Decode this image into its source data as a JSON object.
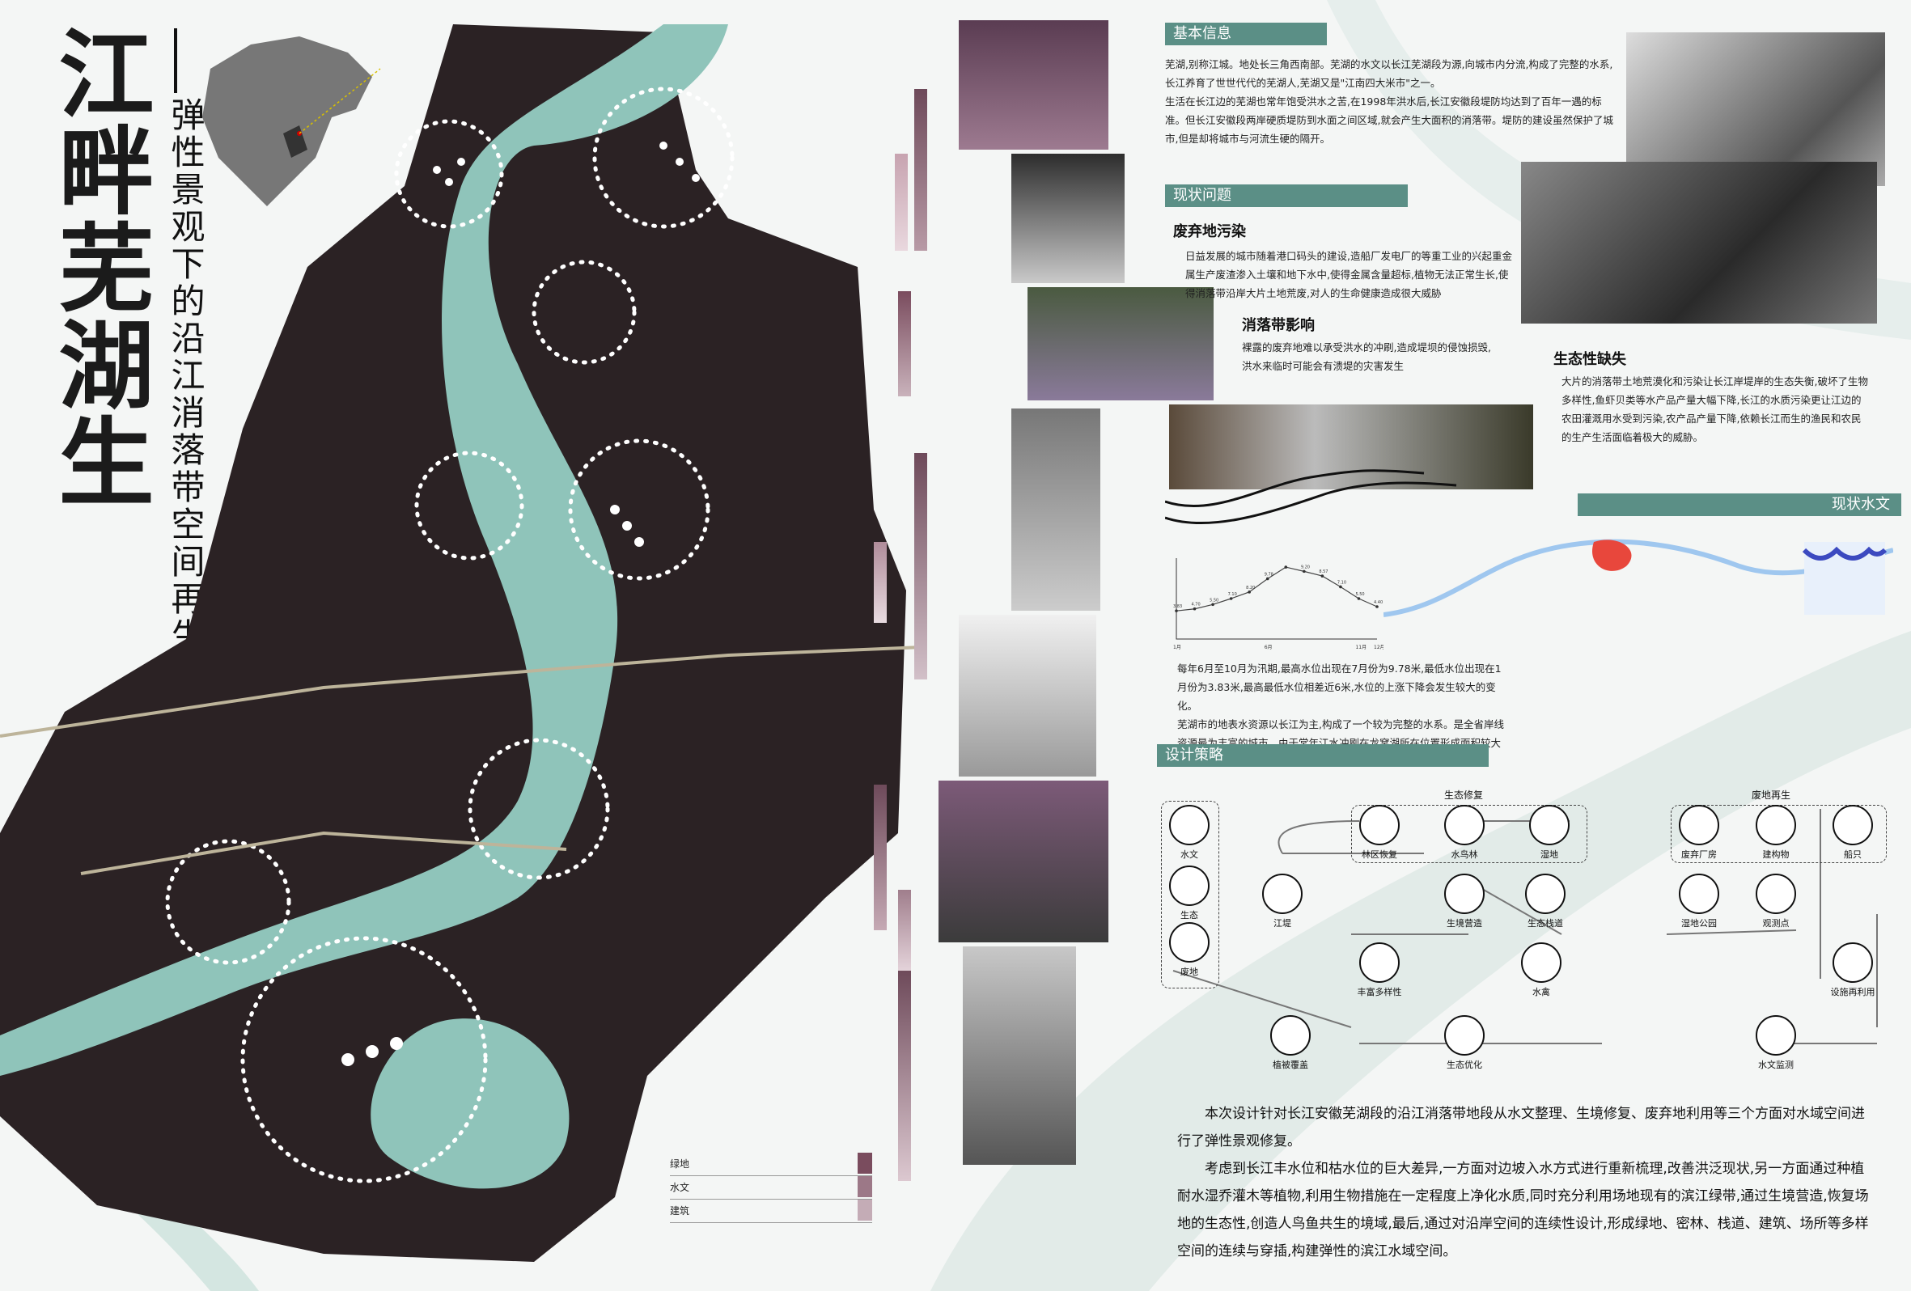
{
  "title": {
    "main": "江畔芜湖生",
    "subtitle": "弹性景观下的沿江消落带空间再生"
  },
  "basic_info": {
    "header": "基本信息",
    "paragraphs": [
      "芜湖,别称江城。地处长三角西南部。芜湖的水文以长江芜湖段为源,向城市内分流,构成了完整的水系,长江养育了世世代代的芜湖人,芜湖又是\"江南四大米市\"之一。",
      "生活在长江边的芜湖也常年饱受洪水之苦,在1998年洪水后,长江安徽段堤防均达到了百年一遇的标准。但长江安徽段两岸硬质堤防到水面之间区域,就会产生大面积的消落带。堤防的建设虽然保护了城市,但是却将城市与河流生硬的隔开。"
    ]
  },
  "current_issues": {
    "header": "现状问题",
    "waste": {
      "title": "废弃地污染",
      "text": "日益发展的城市随着港口码头的建设,造船厂发电厂的等重工业的兴起重金属生产废渣渗入土壤和地下水中,使得金属含量超标,植物无法正常生长,使得消落带沿岸大片土地荒废,对人的生命健康造成很大威胁"
    },
    "drawdown": {
      "title": "消落带影响",
      "text": "裸露的废弃地难以承受洪水的冲刷,造成堤坝的侵蚀损毁,洪水来临时可能会有溃堤的灾害发生"
    },
    "ecology": {
      "title": "生态性缺失",
      "text": "大片的消落带土地荒漠化和污染让长江岸堤岸的生态失衡,破坏了生物多样性,鱼虾贝类等水产品产量大幅下降,长江的水质污染更让江边的农田灌溉用水受到污染,农产品产量下降,依赖长江而生的渔民和农民的生产生活面临着极大的威胁。"
    }
  },
  "hydrology": {
    "header": "现状水文",
    "paragraphs": [
      "每年6月至10月为汛期,最高水位出现在7月份为9.78米,最低水位出现在1月份为3.83米,最高最低水位相差近6米,水位的上涨下降会发生较大的变化。",
      "芜湖市的地表水资源以长江为主,构成了一个较为完整的水系。是全省岸线资源最为丰富的城市。由于常年江水冲刷在龙窝湖所在位置形成面积较大消落带区域。"
    ]
  },
  "chart_data": {
    "type": "line",
    "title": "",
    "xlabel": "",
    "ylabel": "",
    "x": [
      "1月",
      "2月",
      "3月",
      "4月",
      "5月",
      "6月",
      "7月",
      "8月",
      "9月",
      "10月",
      "11月",
      "12月"
    ],
    "values": [
      3.83,
      4.1,
      4.7,
      5.5,
      6.4,
      8.2,
      9.78,
      9.2,
      8.57,
      7.1,
      5.5,
      4.4
    ],
    "x_ticks_shown": [
      "1月",
      "6月",
      "11月",
      "12月"
    ],
    "data_labels": [
      "3.83",
      "4.70",
      "5.50",
      "7.10",
      "8.20",
      "9.78",
      "9.20",
      "8.57",
      "7.10",
      "5.50",
      "4.40"
    ],
    "ylim": [
      0,
      11
    ]
  },
  "strategy": {
    "header": "设计策略",
    "groups": {
      "eco": "生态修复",
      "waste": "废地再生"
    },
    "icons": {
      "water": "水文",
      "eco": "生态",
      "wasteland": "废地",
      "levee": "江堤",
      "forest": "林区恢复",
      "waterbird_forest": "水鸟林",
      "wetland": "湿地",
      "habitat": "生境营造",
      "boardwalk": "生态栈道",
      "diversity": "丰富多样性",
      "waterbird": "水禽",
      "vegetation": "植被覆盖",
      "optimize": "生态优化",
      "factory": "废弃厂房",
      "building": "建构物",
      "ship": "船只",
      "wetland_park": "湿地公园",
      "observe": "观测点",
      "recycle": "设施再利用",
      "monitor": "水文监测"
    },
    "summary": [
      "本次设计针对长江安徽芜湖段的沿江消落带地段从水文整理、生境修复、废弃地利用等三个方面对水域空间进行了弹性景观修复。",
      "考虑到长江丰水位和枯水位的巨大差异,一方面对边坡入水方式进行重新梳理,改善洪泛现状,另一方面通过种植耐水湿乔灌木等植物,利用生物措施在一定程度上净化水质,同时充分利用场地现有的滨江绿带,通过生境营造,恢复场地的生态性,创造人鸟鱼共生的境域,最后,通过对沿岸空间的连续性设计,形成绿地、密林、栈道、建筑、场所等多样空间的连续与穿插,构建弹性的滨江水域空间。"
    ]
  },
  "legend": {
    "items": [
      "绿地",
      "水文",
      "建筑"
    ]
  },
  "colors": {
    "teal": "#5b8f86",
    "river": "#8fc4ba",
    "land": "#2b2224",
    "mauve": "#6e4a5a"
  }
}
